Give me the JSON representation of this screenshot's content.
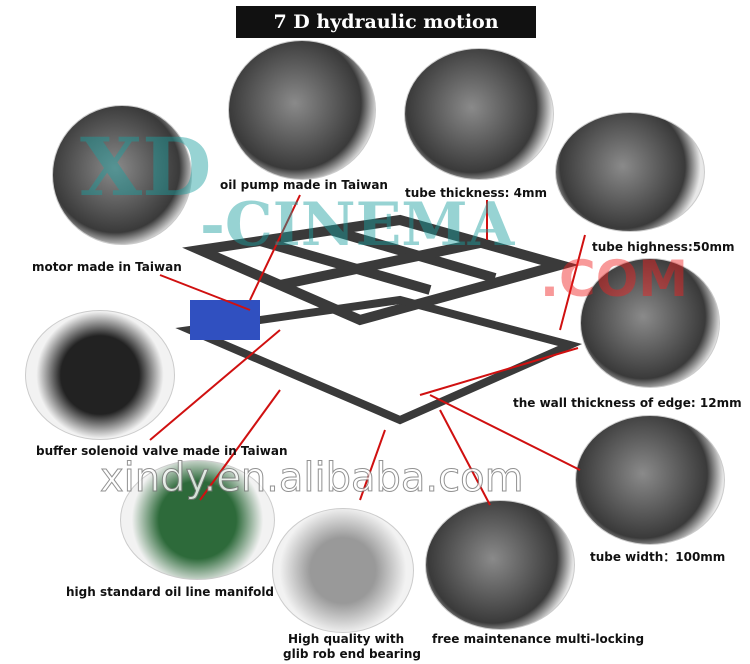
{
  "title": "7 D hydraulic motion platform",
  "labels": {
    "oil_pump": "oil pump made in Taiwan",
    "motor": "motor made in Taiwan",
    "tube_thickness": "tube thickness: 4mm",
    "tube_highness": "tube highness:50mm",
    "wall_thickness": "the wall thickness of edge: 12mm",
    "solenoid": "buffer solenoid valve made in Taiwan",
    "tube_width": "tube width：100mm",
    "manifold": "high standard oil line manifold",
    "bearing_1": "High quality with",
    "bearing_2": "glib rob end bearing",
    "locking": "free maintenance multi-locking"
  },
  "watermarks": {
    "logo_xd": "XD",
    "logo_cinema": "-CINEMA",
    "logo_com": ".COM",
    "site": "xindy.en.alibaba.com"
  },
  "colors": {
    "arrow": "#d01010",
    "title_bg": "#111111"
  }
}
